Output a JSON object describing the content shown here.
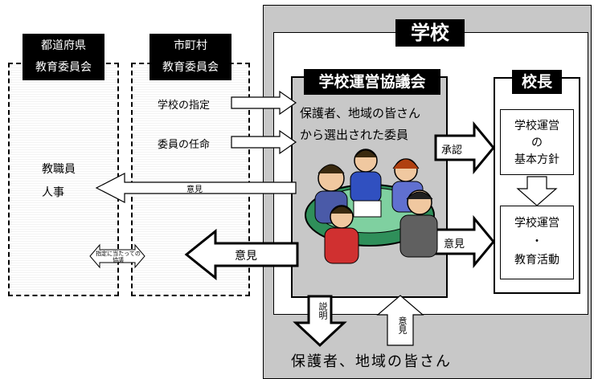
{
  "prefecture_board": {
    "line1": "都道府県",
    "line2": "教育委員会"
  },
  "municipal_board": {
    "line1": "市町村",
    "line2": "教育委員会"
  },
  "school": {
    "title": "学校"
  },
  "council": {
    "title": "学校運営協議会",
    "desc_line1": "保護者、地域の皆さん",
    "desc_line2": "から選出された委員"
  },
  "principal": {
    "title": "校長"
  },
  "policy_box": {
    "line1": "学校運営",
    "line2": "の",
    "line3": "基本方針"
  },
  "activity_box": {
    "line1": "学校運営",
    "line2": "・",
    "line3": "教育活動"
  },
  "personnel": {
    "line1": "教職員",
    "line2": "人事"
  },
  "arrows": {
    "designation": "学校の指定",
    "appointment": "委員の任命",
    "opinion_personnel": "意見",
    "opinion_municipal": "意見",
    "approval": "承認",
    "opinion_activity": "意見",
    "explanation": "説明",
    "opinion_parents": "意見",
    "consultation": "指定に当たっての協議"
  },
  "parents": {
    "label": "保護者、地域の皆さん"
  },
  "colors": {
    "school_bg": "#c8c8c8",
    "council_bg": "#c8c8c8",
    "black": "#000000"
  }
}
